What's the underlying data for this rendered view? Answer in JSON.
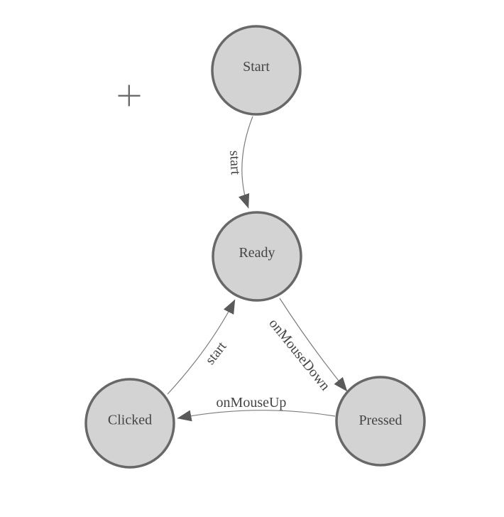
{
  "diagram": {
    "nodes": [
      {
        "id": "start",
        "label": "Start"
      },
      {
        "id": "ready",
        "label": "Ready"
      },
      {
        "id": "clicked",
        "label": "Clicked"
      },
      {
        "id": "pressed",
        "label": "Pressed"
      }
    ],
    "edges": [
      {
        "from": "Start",
        "to": "Ready",
        "label": "start"
      },
      {
        "from": "Clicked",
        "to": "Ready",
        "label": "start"
      },
      {
        "from": "Ready",
        "to": "Pressed",
        "label": "onMouseDown"
      },
      {
        "from": "Pressed",
        "to": "Clicked",
        "label": "onMouseUp"
      }
    ]
  },
  "icons": {
    "crosshair_plus": "+",
    "arrowhead": "filled-triangle"
  },
  "theme": {
    "background": "#ffffff",
    "node_fill": "#d3d3d3",
    "node_stroke": "#686868",
    "edge_stroke": "#7d7d7d",
    "arrow_fill": "#5a5a5a",
    "label_color": "#454545",
    "crosshair_color": "#6b6b6b"
  }
}
